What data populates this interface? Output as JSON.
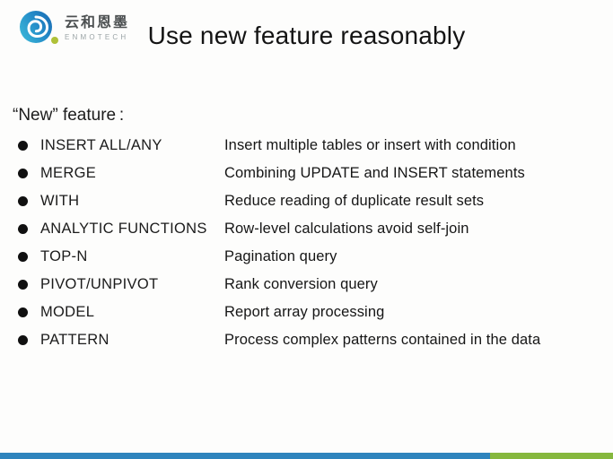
{
  "logo": {
    "brand_cn": "云和恩墨",
    "brand_en": "ENMOTECH"
  },
  "title": "Use new feature reasonably",
  "section_heading": "“New” feature :",
  "features": [
    {
      "name": "INSERT ALL/ANY",
      "description": "Insert multiple tables or insert with condition"
    },
    {
      "name": "MERGE",
      "description": "Combining UPDATE and INSERT statements"
    },
    {
      "name": "WITH",
      "description": "Reduce reading of duplicate result sets"
    },
    {
      "name": "ANALYTIC FUNCTIONS",
      "description": "Row-level calculations avoid self-join"
    },
    {
      "name": "TOP-N",
      "description": "Pagination query"
    },
    {
      "name": "PIVOT/UNPIVOT",
      "description": "Rank conversion query"
    },
    {
      "name": "MODEL",
      "description": "Report array processing"
    },
    {
      "name": "PATTERN",
      "description": "Process complex patterns contained in the data"
    }
  ],
  "colors": {
    "footer_blue": "#2E84BD",
    "footer_green": "#86B83E",
    "logo_blue_dark": "#1B6FB5",
    "logo_blue_light": "#3BB7D8",
    "logo_dot_green": "#AFC138"
  }
}
